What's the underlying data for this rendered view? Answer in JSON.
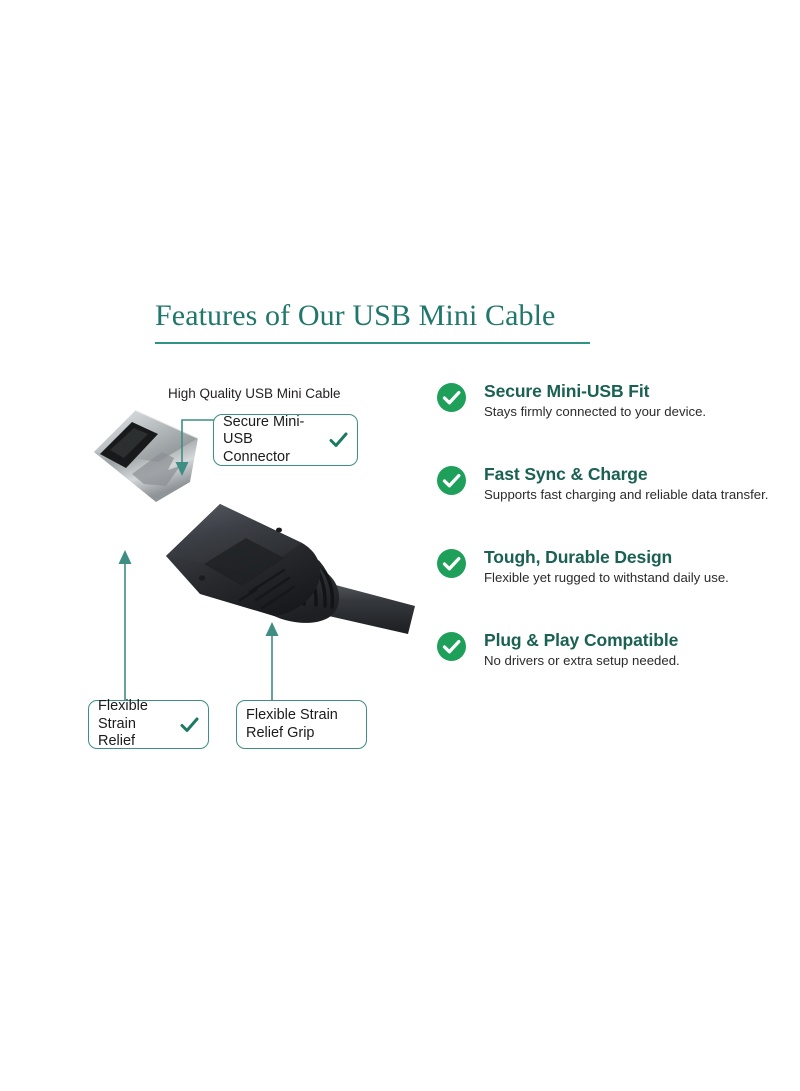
{
  "colors": {
    "title_teal": "#20776B",
    "rule_teal": "#2E9486",
    "callout_border": "#3E8E83",
    "check_green": "#1EA05A",
    "feature_heading": "#1A6153",
    "body_text": "#2b2b2b",
    "leader_line": "#3E8E83",
    "background": "#ffffff",
    "connector_plastic": "#2b2d30",
    "connector_metal": "#c9ccce",
    "cable": "#2a2c2f"
  },
  "header": {
    "title": "Features of Our USB Mini Cable"
  },
  "product": {
    "caption": "High Quality USB Mini Cable",
    "image_name": "usb-mini-cable-connector-photo"
  },
  "callouts": [
    {
      "id": "connector",
      "text": "Secure Mini-USB Connector",
      "has_check": true,
      "check_icon": "check-icon"
    },
    {
      "id": "strain-relief",
      "text": "Flexible Strain Relief",
      "has_check": true,
      "check_icon": "check-icon"
    },
    {
      "id": "strain-grip",
      "text": "Flexible Strain Relief Grip",
      "has_check": false,
      "check_icon": ""
    }
  ],
  "features": [
    {
      "icon": "check-circle-icon",
      "title": "Secure Mini-USB Fit",
      "desc": "Stays firmly connected to your device."
    },
    {
      "icon": "check-circle-icon",
      "title": "Fast Sync & Charge",
      "desc": "Supports fast charging and reliable data transfer."
    },
    {
      "icon": "check-circle-icon",
      "title": "Tough, Durable Design",
      "desc": "Flexible yet rugged to withstand daily use."
    },
    {
      "icon": "check-circle-icon",
      "title": "Plug & Play Compatible",
      "desc": "No drivers or extra setup needed."
    }
  ]
}
